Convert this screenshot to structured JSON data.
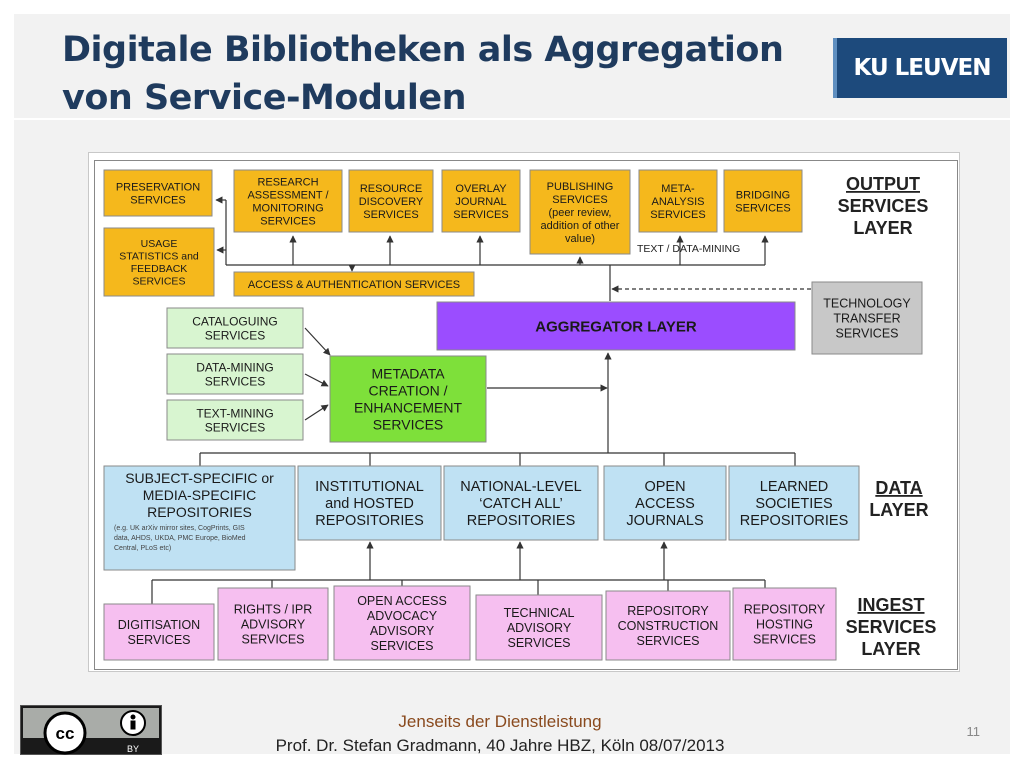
{
  "slide": {
    "title_line1": "Digitale Bibliotheken als Aggregation",
    "title_line2": "von Service-Modulen",
    "logo_text": "KU LEUVEN",
    "footer_title": "Jenseits der Dienstleistung",
    "footer_subtitle": "Prof. Dr. Stefan Gradmann, 40 Jahre HBZ, Köln 08/07/2013",
    "page_number": "11",
    "license_label": "BY"
  },
  "colors": {
    "output": "#f5b81c",
    "aggregator": "#9b4dff",
    "metadata": "#7ee03a",
    "side_service": "#d8f5d0",
    "technology": "#c8c8c8",
    "data": "#bfe1f3",
    "ingest": "#f6bff0",
    "title": "#1f3b5e",
    "logo": "#1d4a7c"
  },
  "layers": {
    "output": [
      "OUTPUT",
      "SERVICES",
      "LAYER"
    ],
    "data": [
      "DATA",
      "LAYER"
    ],
    "ingest": [
      "INGEST",
      "SERVICES",
      "LAYER"
    ]
  },
  "labels": {
    "text_data_mining": "TEXT / DATA-MINING"
  },
  "boxes": {
    "preservation": [
      "PRESERVATION",
      "SERVICES"
    ],
    "research": [
      "RESEARCH",
      "ASSESSMENT /",
      "MONITORING",
      "SERVICES"
    ],
    "resource": [
      "RESOURCE",
      "DISCOVERY",
      "SERVICES"
    ],
    "overlay": [
      "OVERLAY",
      "JOURNAL",
      "SERVICES"
    ],
    "publishing": [
      "PUBLISHING",
      "SERVICES",
      "(peer review,",
      "addition of other",
      "value)"
    ],
    "meta_analysis": [
      "META-",
      "ANALYSIS",
      "SERVICES"
    ],
    "bridging": [
      "BRIDGING",
      "SERVICES"
    ],
    "usage": [
      "USAGE",
      "STATISTICS and",
      "FEEDBACK",
      "SERVICES"
    ],
    "access": [
      "ACCESS & AUTHENTICATION SERVICES"
    ],
    "aggregator": [
      "AGGREGATOR LAYER"
    ],
    "technology": [
      "TECHNOLOGY",
      "TRANSFER",
      "SERVICES"
    ],
    "cataloguing": [
      "CATALOGUING",
      "SERVICES"
    ],
    "data_mining": [
      "DATA-MINING",
      "SERVICES"
    ],
    "text_mining": [
      "TEXT-MINING",
      "SERVICES"
    ],
    "metadata": [
      "METADATA",
      "CREATION /",
      "ENHANCEMENT",
      "SERVICES"
    ],
    "subject": [
      "SUBJECT-SPECIFIC or",
      "MEDIA-SPECIFIC",
      "REPOSITORIES"
    ],
    "subject_small": [
      "(e.g. UK arXiv mirror sites, CogPrints, GIS",
      "data, AHDS, UKDA, PMC Europe, BioMed",
      "Central, PLoS etc)"
    ],
    "institutional": [
      "INSTITUTIONAL",
      "and HOSTED",
      "REPOSITORIES"
    ],
    "national": [
      "NATIONAL-LEVEL",
      "‘CATCH ALL’",
      "REPOSITORIES"
    ],
    "open_access_journals": [
      "OPEN",
      "ACCESS",
      "JOURNALS"
    ],
    "learned": [
      "LEARNED",
      "SOCIETIES",
      "REPOSITORIES"
    ],
    "digitisation": [
      "DIGITISATION",
      "SERVICES"
    ],
    "rights": [
      "RIGHTS / IPR",
      "ADVISORY",
      "SERVICES"
    ],
    "oa_advocacy": [
      "OPEN ACCESS",
      "ADVOCACY",
      "ADVISORY",
      "SERVICES"
    ],
    "technical": [
      "TECHNICAL",
      "ADVISORY",
      "SERVICES"
    ],
    "repo_construction": [
      "REPOSITORY",
      "CONSTRUCTION",
      "SERVICES"
    ],
    "repo_hosting": [
      "REPOSITORY",
      "HOSTING",
      "SERVICES"
    ]
  }
}
